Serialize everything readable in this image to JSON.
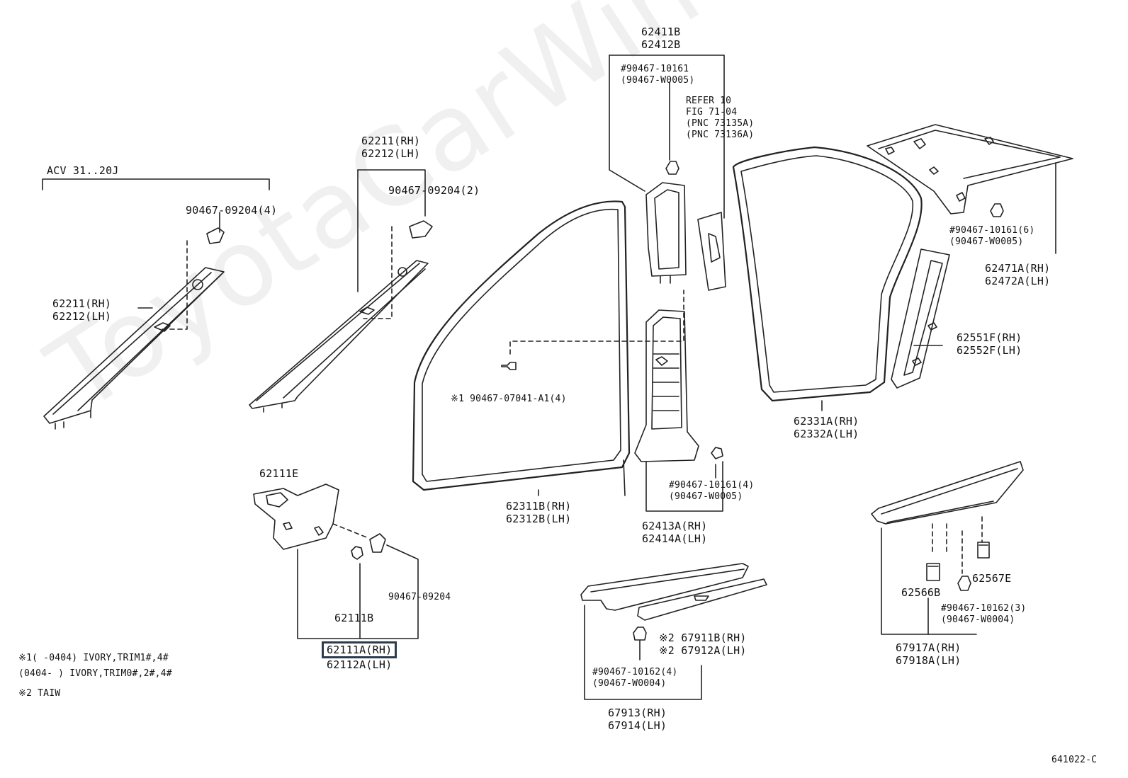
{
  "watermark": "ToyotaCarWiner.ru",
  "figure_code": "641022-C",
  "labels": {
    "acv": "ACV 31..20J",
    "clip_09204_4": "90467-09204(4)",
    "scuff_rear_a": [
      "62211(RH)",
      "62212(LH)"
    ],
    "scuff_top": [
      "62211(RH)",
      "62212(LH)"
    ],
    "clip_09204_2": "90467-09204(2)",
    "top_b": [
      "62411B",
      "62412B"
    ],
    "clip_10161_top": [
      "#90467-10161",
      "(90467-W0005)"
    ],
    "refer": [
      "REFER 10",
      "FIG 71-04",
      "(PNC 73135A)",
      "(PNC 73136A)"
    ],
    "clip_10161_6": [
      "#90467-10161(6)",
      "(90467-W0005)"
    ],
    "pillar_rear": [
      "62471A(RH)",
      "62472A(LH)"
    ],
    "quarter_trim": [
      "62551F(RH)",
      "62552F(LH)"
    ],
    "clip_07041": "※1 90467-07041-A1(4)",
    "weatherstrip_rear": [
      "62331A(RH)",
      "62332A(LH)"
    ],
    "cowl_e": "62111E",
    "weatherstrip_front": [
      "62311B(RH)",
      "62312B(LH)"
    ],
    "clip_10161_4": [
      "#90467-10161(4)",
      "(90467-W0005)"
    ],
    "pillar_lower": [
      "62413A(RH)",
      "62414A(LH)"
    ],
    "clip_09204": "90467-09204",
    "part_62111b": "62111B",
    "cowl_selected": "62111A(RH)",
    "cowl_lh": "62112A(LH)",
    "plate_inner": [
      "※2 67911B(RH)",
      "※2 67912A(LH)"
    ],
    "clip_10162_4": [
      "#90467-10162(4)",
      "(90467-W0004)"
    ],
    "scuff_front": [
      "67913(RH)",
      "67914(LH)"
    ],
    "part_62566b": "62566B",
    "part_62567e": "62567E",
    "clip_10162_3": [
      "#90467-10162(3)",
      "(90467-W0004)"
    ],
    "scuff_rear": [
      "67917A(RH)",
      "67918A(LH)"
    ]
  },
  "notes": [
    "※1(      -0404) IVORY,TRIM1#,4#",
    "   (0404-      ) IVORY,TRIM0#,2#,4#",
    "※2 TAIW"
  ]
}
